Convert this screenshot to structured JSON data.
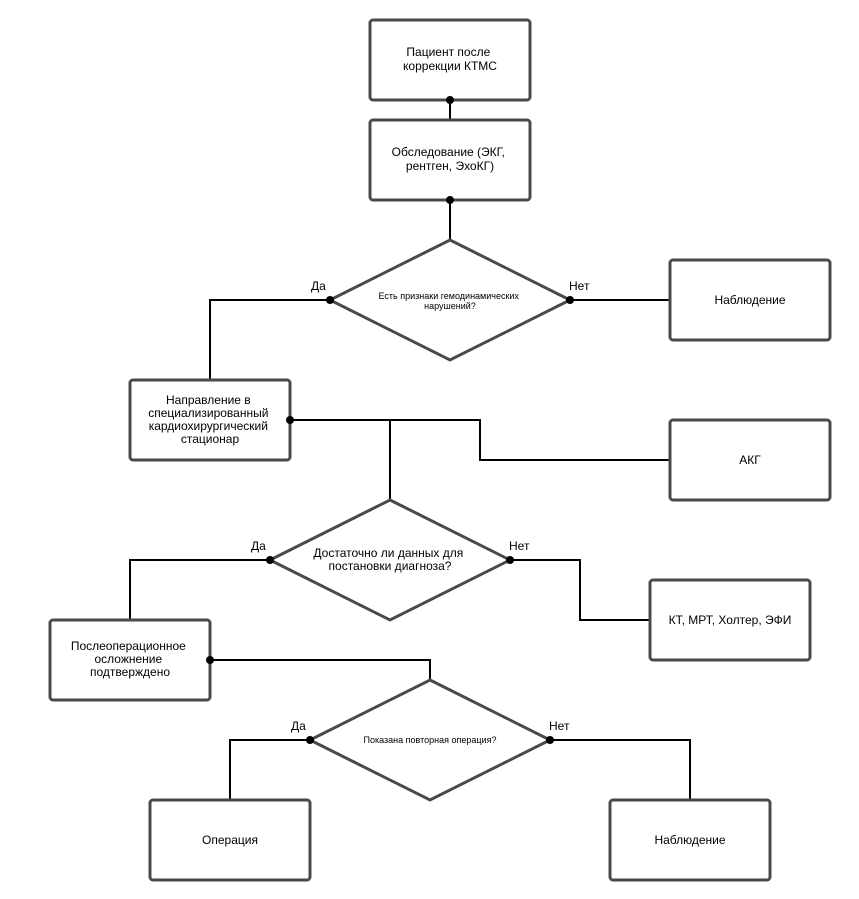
{
  "nodes": {
    "patient": {
      "lines": [
        "Пациент после",
        "коррекции КТМС"
      ]
    },
    "exam": {
      "lines": [
        "Обследование (ЭКГ,",
        "рентген, ЭхоКГ)"
      ]
    },
    "decision1": {
      "lines": [
        "Есть признаки гемодинамических",
        "нарушений?"
      ]
    },
    "observation1": {
      "lines": [
        "Наблюдение"
      ]
    },
    "referral": {
      "lines": [
        "Направление в",
        "специализированный",
        "кардиохирургический",
        "стационар"
      ]
    },
    "akg": {
      "lines": [
        "АКГ"
      ]
    },
    "decision2": {
      "lines": [
        "Достаточно ли данных для",
        "постановки диагноза?"
      ]
    },
    "ct": {
      "lines": [
        "КТ, МРТ, Холтер, ЭФИ"
      ]
    },
    "complication": {
      "lines": [
        "Послеоперационное",
        "осложнение",
        "подтверждено"
      ]
    },
    "decision3": {
      "lines": [
        "Показана повторная операция?"
      ]
    },
    "operation": {
      "lines": [
        "Операция"
      ]
    },
    "observation2": {
      "lines": [
        "Наблюдение"
      ]
    }
  },
  "labels": {
    "d1_yes": "Да",
    "d1_no": "Нет",
    "d2_yes": "Да",
    "d2_no": "Нет",
    "d3_yes": "Да",
    "d3_no": "Нет"
  },
  "colors": {
    "box_stroke": "#4a4a4a",
    "line": "#000000",
    "background": "#ffffff"
  }
}
